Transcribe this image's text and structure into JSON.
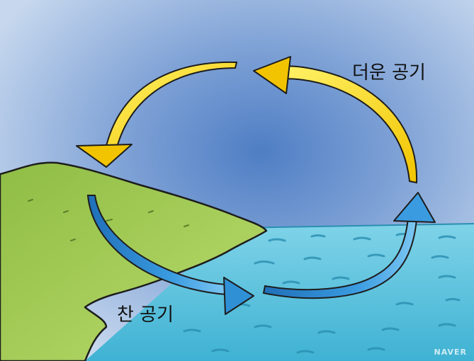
{
  "labels": {
    "warm_air": "더운 공기",
    "cold_air": "찬 공기"
  },
  "watermark": "NAVER",
  "colors": {
    "sky": "#a9c3e3",
    "sky_deep": "#5b86c9",
    "land": "#9fca52",
    "land_dark": "#6f9a36",
    "sea": "#5ec3dd",
    "sea_ripple": "#2f97b8",
    "warm_arrow": "#f3d51c",
    "cold_arrow": "#2f90d6"
  },
  "icons": {
    "warm_arrow": "curved-arrow",
    "cold_arrow": "curved-arrow"
  }
}
